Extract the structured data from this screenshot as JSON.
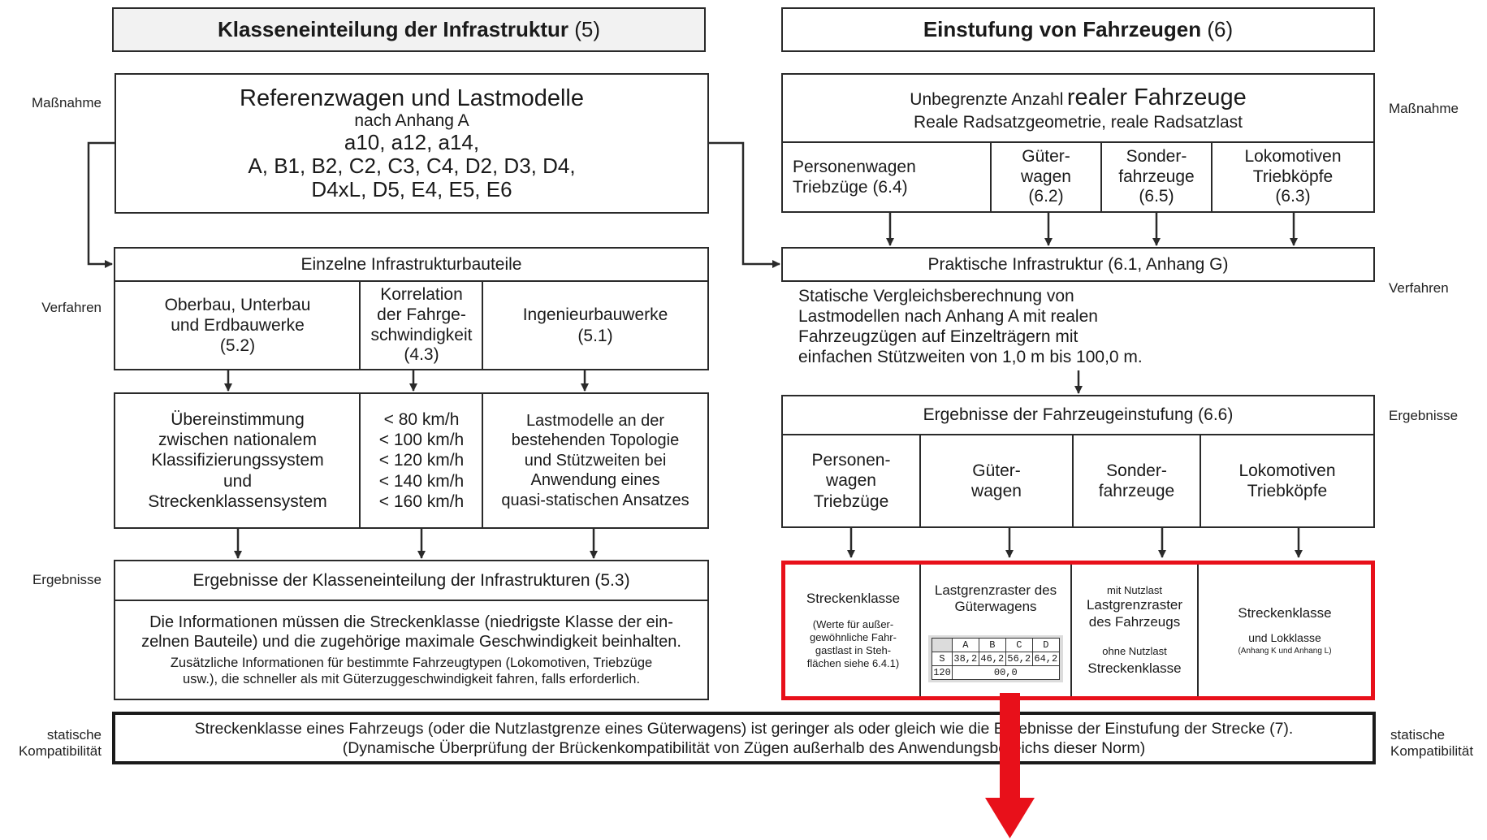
{
  "colors": {
    "line": "#2a2a2a",
    "header_bg": "#f2f2f2",
    "highlight": "#e8101a"
  },
  "side_labels": {
    "massnahme": "Maßnahme",
    "verfahren": "Verfahren",
    "ergebnisse": "Ergebnisse",
    "statische_line1": "statische",
    "statische_line2": "Kompatibilität"
  },
  "left": {
    "title": "Klasseneinteilung der Infrastruktur",
    "title_ref": "(5)",
    "ref_title": "Referenzwagen und Lastmodelle",
    "ref_sub": "nach Anhang A",
    "ref_line1": "a10, a12, a14,",
    "ref_line2": "A, B1, B2, C2, C3, C4, D2, D3, D4,",
    "ref_line3": "D4xL, D5, E4, E5, E6",
    "components_header": "Einzelne Infrastrukturbauteile",
    "col1": [
      "Oberbau, Unterbau",
      "und Erdbauwerke",
      "(5.2)"
    ],
    "col2": [
      "Korrelation",
      "der Fahrge-",
      "schwindigkeit",
      "(4.3)"
    ],
    "col3": [
      "Ingenieurbauwerke",
      "(5.1)"
    ],
    "res1": [
      "Übereinstimmung",
      "zwischen nationalem",
      "Klassifizierungssystem",
      "und",
      "Streckenklassensystem"
    ],
    "res2": [
      "< 80 km/h",
      "< 100 km/h",
      "< 120 km/h",
      "< 140 km/h",
      "< 160 km/h"
    ],
    "res3": [
      "Lastmodelle an der",
      "bestehenden Topologie",
      "und Stützweiten bei",
      "Anwendung eines",
      "quasi-statischen Ansatzes"
    ],
    "results_header": "Ergebnisse der Klasseneinteilung der Infrastrukturen (5.3)",
    "info_line1": "Die Informationen müssen die Streckenklasse (niedrigste Klasse der ein-",
    "info_line2": "zelnen Bauteile) und die zugehörige maximale Geschwindigkeit beinhalten.",
    "info_small1": "Zusätzliche Informationen für bestimmte Fahrzeugtypen (Lokomotiven, Triebzüge",
    "info_small2": "usw.), die schneller als mit Güterzuggeschwindigkeit fahren, falls erforderlich."
  },
  "right": {
    "title": "Einstufung von Fahrzeugen",
    "title_ref": "(6)",
    "vehicles_pre": "Unbegrenzte Anzahl",
    "vehicles_big": "realer Fahrzeuge",
    "vehicles_sub": "Reale Radsatzgeometrie, reale Radsatzlast",
    "cat1": [
      "Personenwagen",
      "Triebzüge (6.4)"
    ],
    "cat2": [
      "Güter-",
      "wagen",
      "(6.2)"
    ],
    "cat3": [
      "Sonder-",
      "fahrzeuge",
      "(6.5)"
    ],
    "cat4": [
      "Lokomotiven",
      "Triebköpfe",
      "(6.3)"
    ],
    "practical": "Praktische Infrastruktur  (6.1, Anhang G)",
    "method": [
      "Statische Vergleichsberechnung von",
      "Lastmodellen nach Anhang A mit realen",
      "Fahrzeugzügen auf Einzelträgern mit",
      "einfachen Stützweiten von 1,0 m bis 100,0 m."
    ],
    "results_header": "Ergebnisse der Fahrzeugeinstufung (6.6)",
    "rc1": [
      "Personen-",
      "wagen",
      "Triebzüge"
    ],
    "rc2": [
      "Güter-",
      "wagen"
    ],
    "rc3": [
      "Sonder-",
      "fahrzeuge"
    ],
    "rc4": [
      "Lokomotiven",
      "Triebköpfe"
    ],
    "out1_title": "Streckenklasse",
    "out1_note": [
      "(Werte für außer-",
      "gewöhnliche Fahr-",
      "gastlast in Steh-",
      "flächen siehe 6.4.1)"
    ],
    "out2_title": [
      "Lastgrenzraster des",
      "Güterwagens"
    ],
    "grid_headers": [
      "A",
      "B",
      "C",
      "D"
    ],
    "grid_row1_label": "S",
    "grid_row1": [
      "38,2",
      "46,2",
      "56,2",
      "64,2"
    ],
    "grid_row2_label": "120",
    "grid_row2_value": "00,0",
    "out3_small": "mit Nutzlast",
    "out3_main": [
      "Lastgrenzraster",
      "des Fahrzeugs"
    ],
    "out3_small2": "ohne Nutzlast",
    "out3_main2": "Streckenklasse",
    "out4_title": "Streckenklasse",
    "out4_sub": "und Lokklasse",
    "out4_small": "(Anhang K und Anhang L)"
  },
  "bottom": {
    "line1": "Streckenklasse eines Fahrzeugs (oder die Nutzlastgrenze eines Güterwagens) ist geringer als oder gleich wie die Ergebnisse der Einstufung der Strecke (7).",
    "line2": "(Dynamische Überprüfung der Brückenkompatibilität von Zügen außerhalb des Anwendungsbereichs dieser Norm)"
  }
}
